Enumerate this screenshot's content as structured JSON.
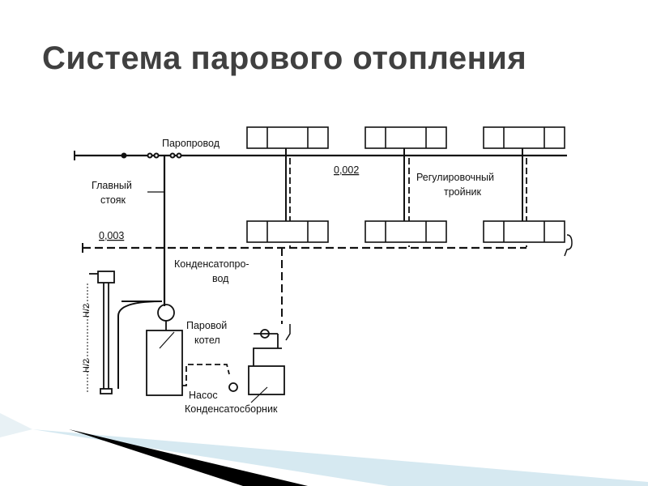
{
  "slide": {
    "title": "Система парового отопления"
  },
  "diagram": {
    "labels": {
      "steam_pipe": "Паропровод",
      "main_riser_line1": "Главный",
      "main_riser_line2": "стояк",
      "slope_steam": "0,002",
      "slope_condensate": "0,003",
      "regulating_tee_line1": "Регулировочный",
      "regulating_tee_line2": "тройник",
      "condensate_pipe_line1": "Конденсатопро-",
      "condensate_pipe_line2": "вод",
      "boiler_line1": "Паровой",
      "boiler_line2": "котел",
      "pump": "Насос",
      "condensate_collector": "Конденсатосборник",
      "height_half_top": "H/2",
      "height_half_bottom": "H/2"
    },
    "colors": {
      "line": "#111111",
      "title": "#404040",
      "accent_light_blue": "#d6e9f1",
      "accent_dark": "#000000"
    }
  }
}
